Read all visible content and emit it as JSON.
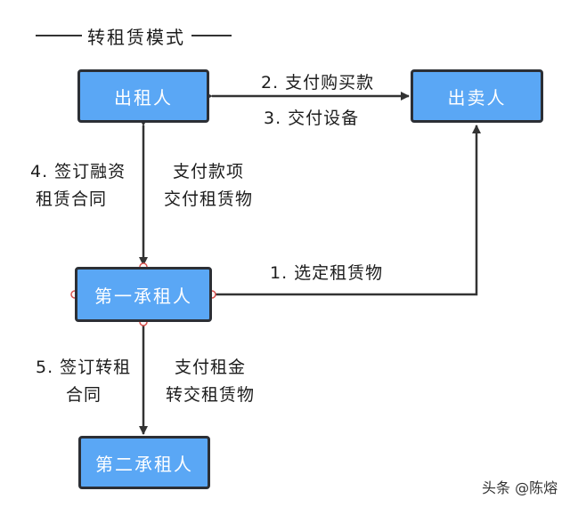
{
  "title": "转租赁模式",
  "nodes": {
    "lessor": "出租人",
    "seller": "出卖人",
    "first_lessee": "第一承租人",
    "second_lessee": "第二承租人"
  },
  "edges": {
    "pay_purchase": "2. 支付购买款",
    "deliver_equipment": "3. 交付设备",
    "sign_finance_lease": [
      "4. 签订融资",
      "租赁合同"
    ],
    "pay_and_deliver": [
      "支付款项",
      "交付租赁物"
    ],
    "select_item": "1. 选定租赁物",
    "sign_sublease": [
      "5. 签订转租",
      "合同"
    ],
    "rent_and_transfer": [
      "支付租金",
      "转交租赁物"
    ]
  },
  "watermark": "头条 @陈熔",
  "colors": {
    "node_fill": "#5aa7f5",
    "node_border": "#2c2f35",
    "node_text": "#ffffff",
    "arrow": "#333333",
    "connector_dot": "#d9534f"
  }
}
